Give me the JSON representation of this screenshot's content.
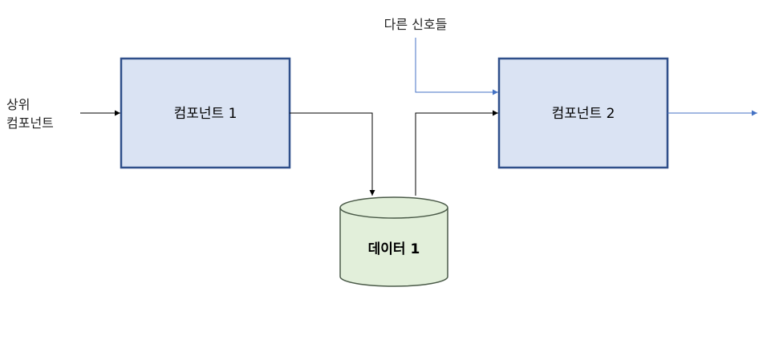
{
  "diagram": {
    "nodes": {
      "component1": {
        "label": "컴포넌트 1"
      },
      "component2": {
        "label": "컴포넌트 2"
      },
      "data1": {
        "label": "데이터 1"
      }
    },
    "external_inputs": {
      "upstream": {
        "line1": "상위",
        "line2": "컴포넌트"
      },
      "other_signals": {
        "label": "다른 신호들"
      }
    },
    "colors": {
      "box_fill": "#dae3f3",
      "box_stroke": "#2f4f8a",
      "db_fill": "#e2efda",
      "db_stroke": "#4a5a48",
      "line_black": "#000000",
      "line_blue": "#4472c4"
    }
  }
}
